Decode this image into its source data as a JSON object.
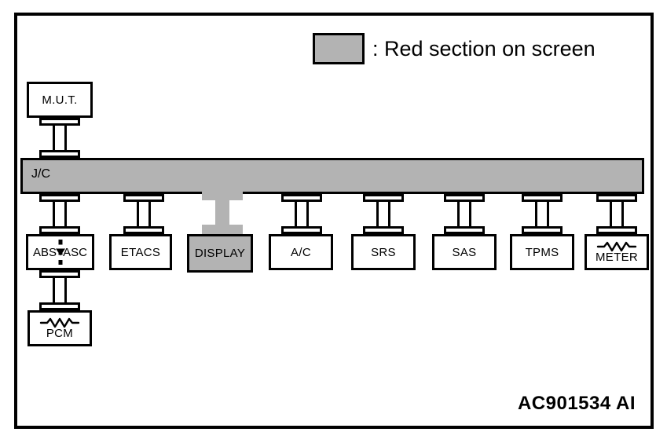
{
  "diagram": {
    "part_code": "AC901534 AI",
    "legend": {
      "swatch_color": "#b3b3b3",
      "text": ": Red section on screen"
    },
    "bus": {
      "label": "J/C",
      "fill_color": "#b3b3b3"
    },
    "tool": {
      "label": "M.U.T."
    },
    "modules": [
      {
        "id": "abs-asc",
        "label": "ABS/ASC",
        "label_left": "ABS",
        "label_right": "ASC",
        "highlighted": false,
        "has_resistor": false,
        "has_divider": true
      },
      {
        "id": "etacs",
        "label": "ETACS",
        "highlighted": false,
        "has_resistor": false,
        "has_divider": false
      },
      {
        "id": "display",
        "label": "DISPLAY",
        "highlighted": true,
        "has_resistor": false,
        "has_divider": false
      },
      {
        "id": "ac",
        "label": "A/C",
        "highlighted": false,
        "has_resistor": false,
        "has_divider": false
      },
      {
        "id": "srs",
        "label": "SRS",
        "highlighted": false,
        "has_resistor": false,
        "has_divider": false
      },
      {
        "id": "sas",
        "label": "SAS",
        "highlighted": false,
        "has_resistor": false,
        "has_divider": false
      },
      {
        "id": "tpms",
        "label": "TPMS",
        "highlighted": false,
        "has_resistor": false,
        "has_divider": false
      },
      {
        "id": "meter",
        "label": "METER",
        "highlighted": false,
        "has_resistor": true,
        "has_divider": false
      }
    ],
    "sub_module": {
      "id": "pcm",
      "label": "PCM",
      "has_resistor": true
    }
  }
}
